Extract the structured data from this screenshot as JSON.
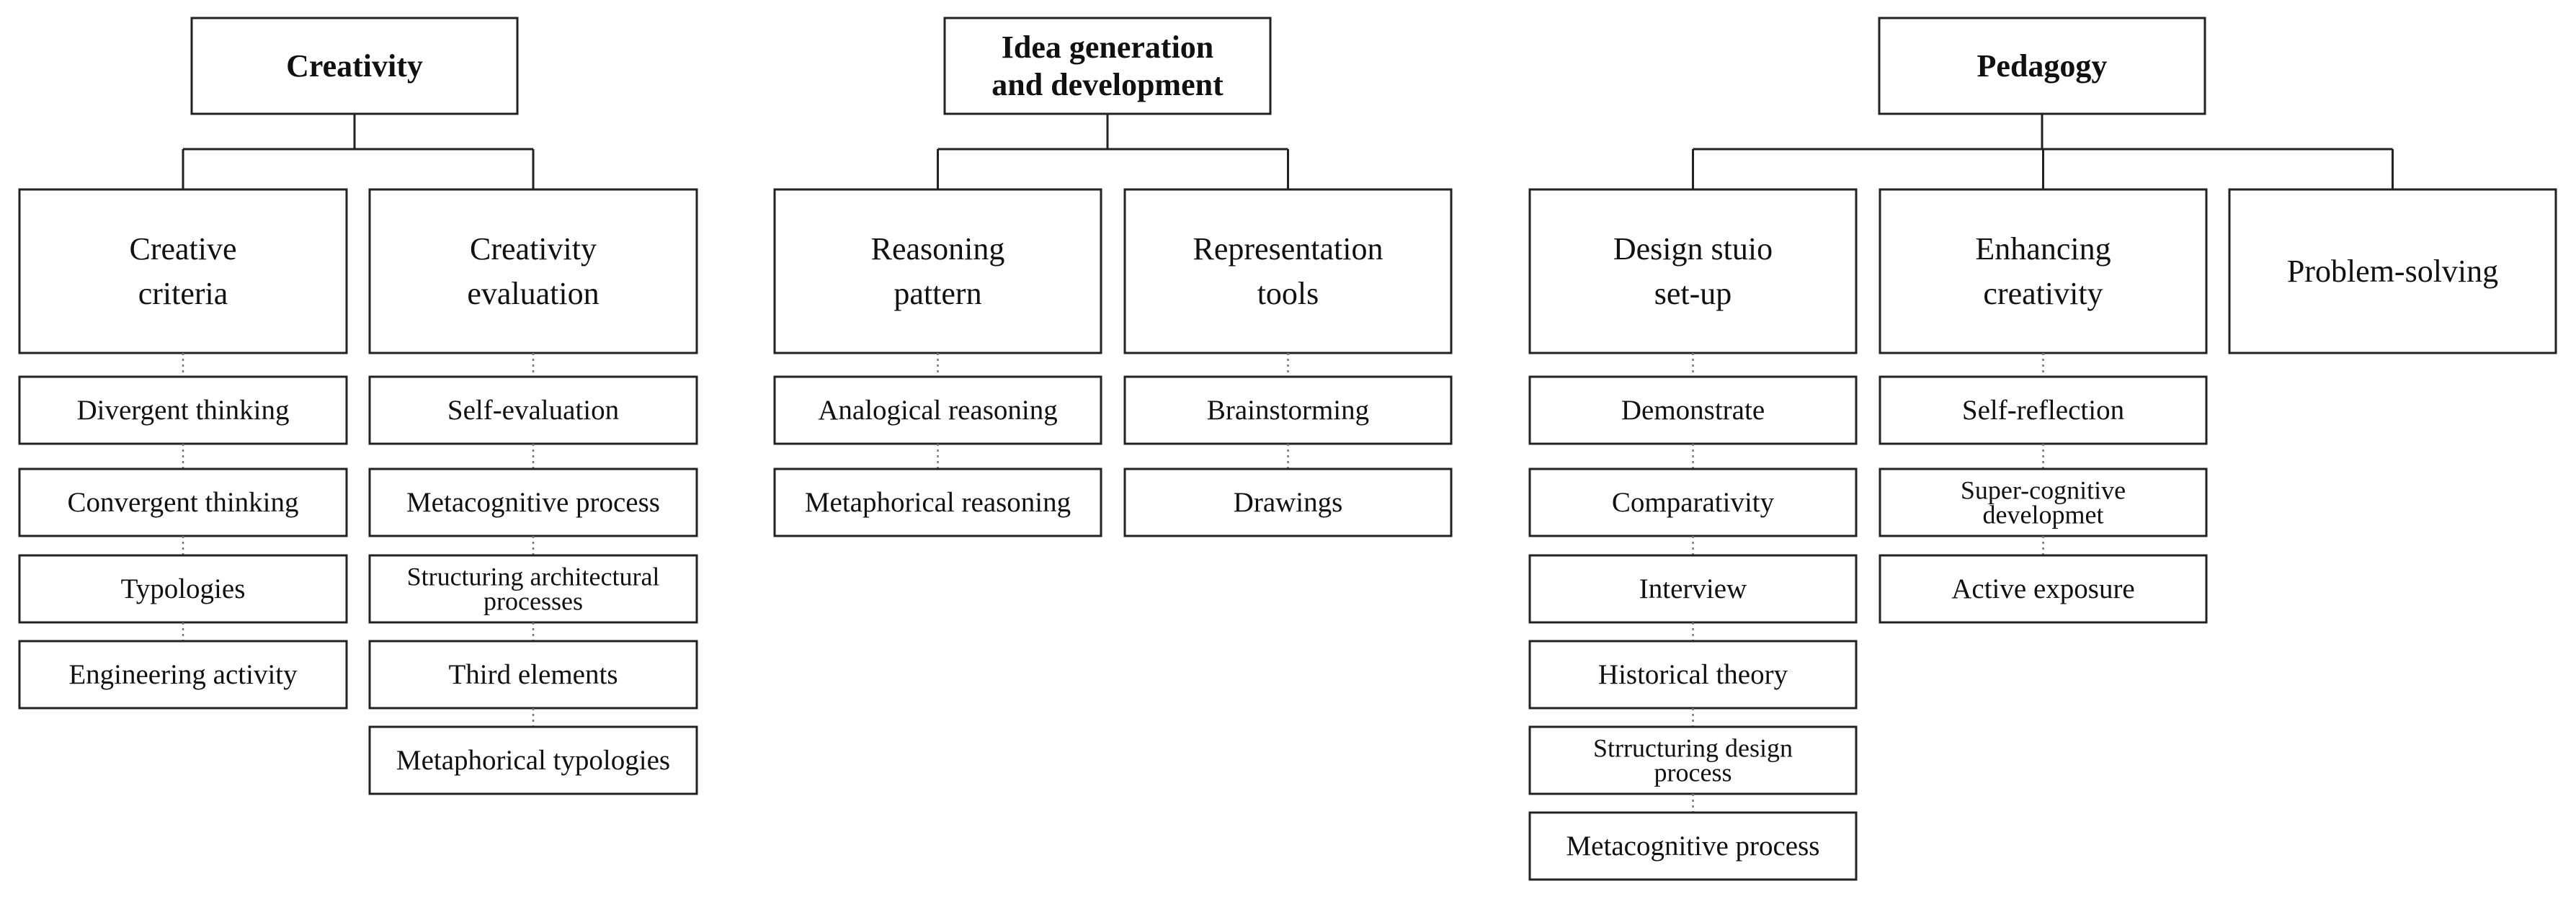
{
  "groups": [
    {
      "title": [
        "Creativity"
      ],
      "branches": [
        {
          "title": [
            "Creative",
            "criteria"
          ],
          "items": [
            [
              "Divergent thinking"
            ],
            [
              "Convergent thinking"
            ],
            [
              "Typologies"
            ],
            [
              "Engineering activity"
            ]
          ]
        },
        {
          "title": [
            "Creativity",
            "evaluation"
          ],
          "items": [
            [
              "Self-evaluation"
            ],
            [
              "Metacognitive process"
            ],
            [
              "Structuring architectural",
              "processes"
            ],
            [
              "Third elements"
            ],
            [
              "Metaphorical typologies"
            ]
          ]
        }
      ]
    },
    {
      "title": [
        "Idea generation",
        "and development"
      ],
      "branches": [
        {
          "title": [
            "Reasoning",
            "pattern"
          ],
          "items": [
            [
              "Analogical reasoning"
            ],
            [
              "Metaphorical reasoning"
            ]
          ]
        },
        {
          "title": [
            "Representation",
            "tools"
          ],
          "items": [
            [
              "Brainstorming"
            ],
            [
              "Drawings"
            ]
          ]
        }
      ]
    },
    {
      "title": [
        "Pedagogy"
      ],
      "branches": [
        {
          "title": [
            "Design stuio",
            "set-up"
          ],
          "items": [
            [
              "Demonstrate"
            ],
            [
              "Comparativity"
            ],
            [
              "Interview"
            ],
            [
              "Historical theory"
            ],
            [
              "Strructuring design",
              "process"
            ],
            [
              "Metacognitive process"
            ]
          ]
        },
        {
          "title": [
            "Enhancing",
            "creativity"
          ],
          "items": [
            [
              "Self-reflection"
            ],
            [
              "Super-cognitive",
              "developmet"
            ],
            [
              "Active exposure"
            ]
          ]
        },
        {
          "title": [
            "Problem-solving"
          ],
          "items": []
        }
      ]
    }
  ]
}
